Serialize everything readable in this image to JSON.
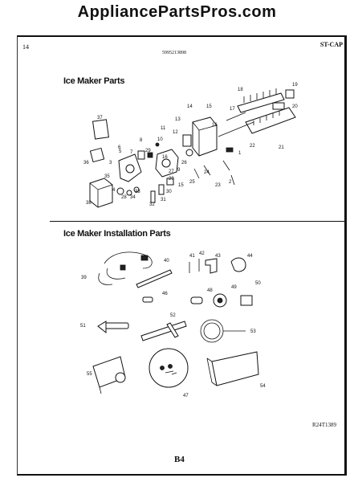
{
  "watermark": "AppliancePartsPros.com",
  "header": {
    "page_number": "14",
    "doc_number": "5995213898",
    "model": "ST-CAP"
  },
  "sections": {
    "ice_maker_parts": "Ice Maker Parts",
    "install_parts": "Ice Maker Installation Parts"
  },
  "ref_code": "R24T1389",
  "footer": "B4",
  "parts": {
    "p1": "1",
    "p2": "2",
    "p3": "3",
    "p4": "4",
    "p5": "5",
    "p6": "6",
    "p7": "7",
    "p8": "8",
    "p9": "9",
    "p10": "10",
    "p11": "11",
    "p12": "12",
    "p13": "13",
    "p14": "14",
    "p15": "15",
    "p15b": "15",
    "p16": "16",
    "p17": "17",
    "p18": "18",
    "p19": "19",
    "p20": "20",
    "p21": "21",
    "p22": "22",
    "p23": "23",
    "p24": "24",
    "p25": "25",
    "p26": "26",
    "p27": "27",
    "p28": "28",
    "p29": "29",
    "p29b": "29",
    "p30": "30",
    "p31": "31",
    "p32": "32",
    "p33": "33",
    "p34": "34",
    "p35": "35",
    "p36": "36",
    "p37": "37",
    "p38": "38",
    "p39": "39",
    "p40": "40",
    "p41": "41",
    "p42": "42",
    "p43": "43",
    "p44": "44",
    "p46": "46",
    "p47": "47",
    "p48": "48",
    "p49": "49",
    "p50": "50",
    "p51": "51",
    "p52": "52",
    "p53": "53",
    "p54": "54",
    "p55": "55"
  }
}
